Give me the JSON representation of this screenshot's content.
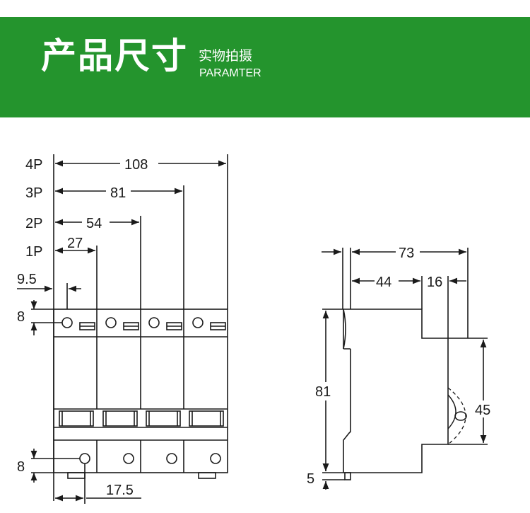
{
  "header": {
    "title": "产品尺寸",
    "subtitle": "实物拍摄",
    "subtitle_en": "PARAMTER",
    "background_color": "#24942d",
    "text_color": "#ffffff"
  },
  "front_view": {
    "pole_labels": [
      "4P",
      "3P",
      "2P",
      "1P"
    ],
    "widths": [
      "108",
      "81",
      "54",
      "27"
    ],
    "offset_label": "9.5",
    "top_hole_label": "8",
    "bottom_hole_label": "8",
    "bottom_width_label": "17.5"
  },
  "side_view": {
    "total_depth_label": "73",
    "depth_front_label": "44",
    "depth_step_label": "16",
    "height_label": "81",
    "handle_height_label": "45",
    "foot_label": "5"
  }
}
